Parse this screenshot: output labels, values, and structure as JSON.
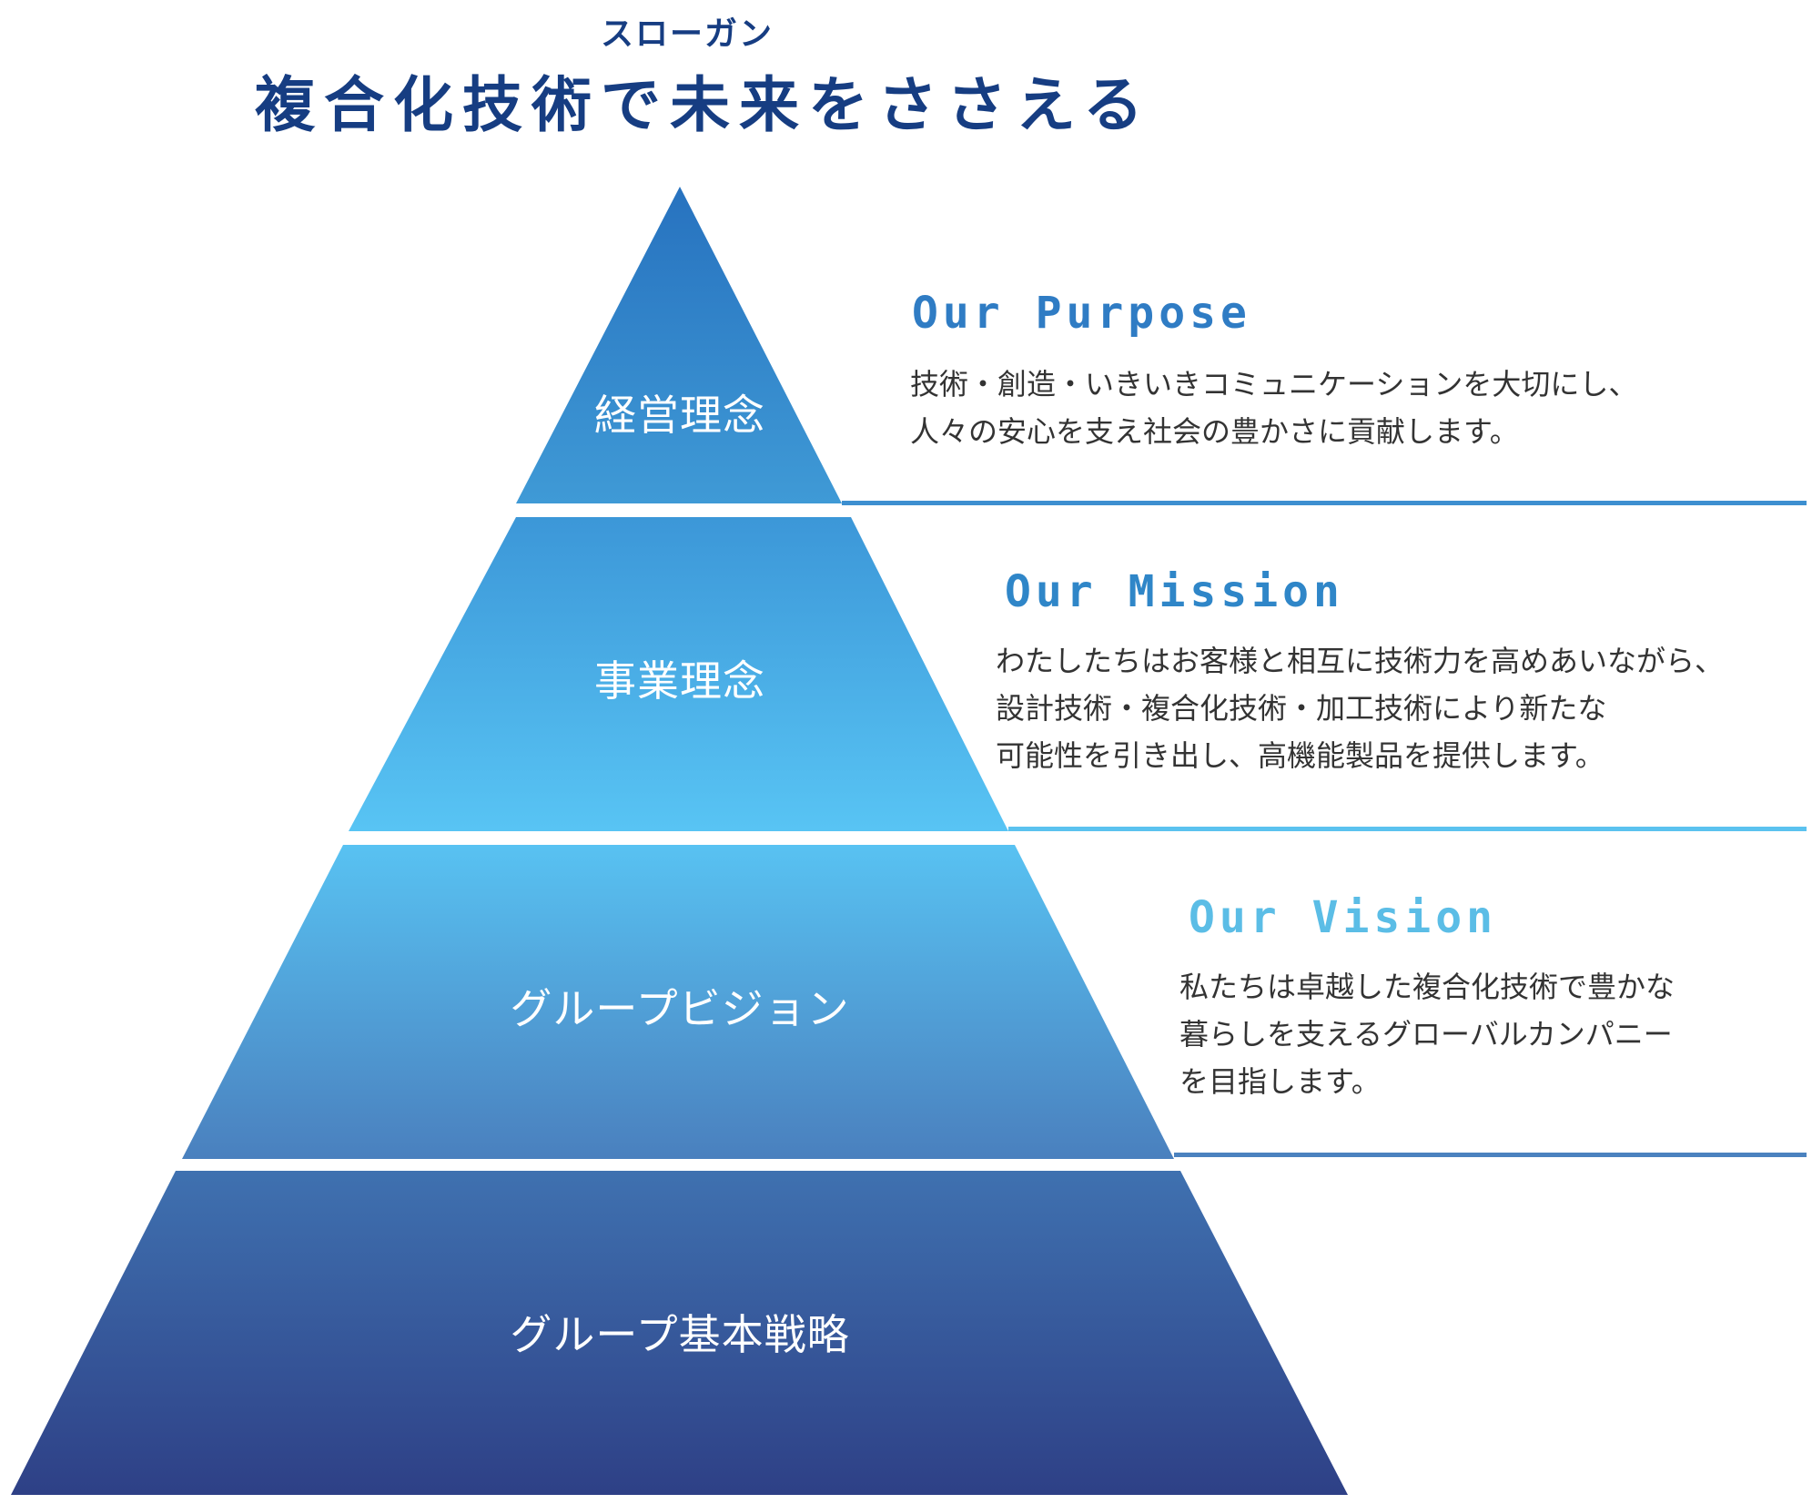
{
  "slogan": {
    "ruby": "スローガン",
    "title": "複合化技術で未来をささえる"
  },
  "tiers": [
    {
      "label": "経営理念",
      "heading": "Our Purpose",
      "heading_color": "#2f7cc4",
      "lines": [
        "技術・創造・いきいきコミュニケーションを大切にし、",
        "人々の安心を支え社会の豊かさに貢献します。"
      ]
    },
    {
      "label": "事業理念",
      "heading": "Our Mission",
      "heading_color": "#2f86c8",
      "lines": [
        "わたしたちはお客様と相互に技術力を高めあいながら、",
        "設計技術・複合化技術・加工技術により新たな",
        "可能性を引き出し、高機能製品を提供します。"
      ]
    },
    {
      "label": "グループビジョン",
      "heading": "Our Vision",
      "heading_color": "#5bbde6",
      "lines": [
        "私たちは卓越した複合化技術で豊かな",
        "暮らしを支えるグローバルカンパニー",
        "を目指します。"
      ]
    },
    {
      "label": "グループ基本戦略"
    }
  ],
  "colors": {
    "title": "#163d82",
    "divider_1": "#3d8fd0",
    "divider_2": "#5bc2ef",
    "divider_3": "#4b82bf"
  }
}
